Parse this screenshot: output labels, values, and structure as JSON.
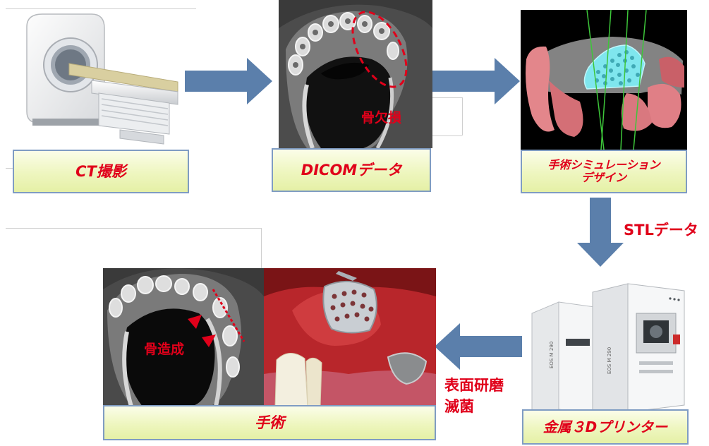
{
  "steps": {
    "ct": {
      "label": "CT撮影"
    },
    "dicom": {
      "label": "DICOMデータ",
      "annotation": "骨欠損"
    },
    "simulation": {
      "label_line1": "手術シミュレーション",
      "label_line2": "デザイン"
    },
    "printer": {
      "label": "金属３Dプリンター",
      "machine_text": "EOS M 290"
    },
    "surgery": {
      "label": "手術",
      "annotation": "骨造成"
    }
  },
  "arrows": {
    "stl": "STLデータ",
    "finish_line1": "表面研磨",
    "finish_line2": "滅菌"
  },
  "colors": {
    "text_red": "#e0001a",
    "arrow": "#5b7fab",
    "label_border": "#7f9cc3",
    "label_fill": "#eef6bf"
  }
}
